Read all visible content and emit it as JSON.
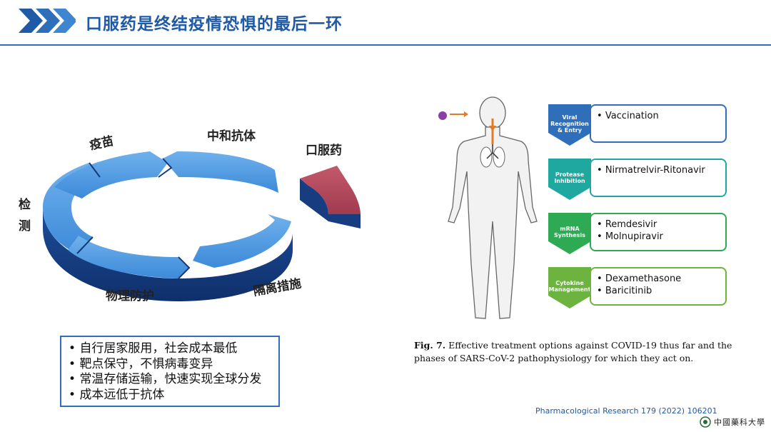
{
  "header": {
    "title": "口服药是终结疫情恐惧的最后一环"
  },
  "cycle": {
    "labels": {
      "vaccine": "疫苗",
      "antibody": "中和抗体",
      "oral": "口服药",
      "detect_1": "检",
      "detect_2": "测",
      "physical": "物理防护",
      "isolation": "隔离措施"
    }
  },
  "advantages": {
    "items": [
      "自行居家服用，社会成本最低",
      "靶点保守，不惧病毒变异",
      "常温存储运输，快速实现全球分发",
      "成本远低于抗体"
    ]
  },
  "figure": {
    "stages": [
      {
        "tag": "Viral Recognition & Entry",
        "items": [
          "Vaccination"
        ],
        "color": "#2f6fba"
      },
      {
        "tag": "Protease Inhibition",
        "items": [
          "Nirmatrelvir-Ritonavir"
        ],
        "color": "#1fa8a0"
      },
      {
        "tag": "mRNA Synthesis",
        "items": [
          "Remdesivir",
          "Molnupiravir"
        ],
        "color": "#2eaa55"
      },
      {
        "tag": "Cytokine Management",
        "items": [
          "Dexamethasone",
          "Baricitinib"
        ],
        "color": "#6db33f"
      }
    ],
    "caption_label": "Fig. 7.",
    "caption_text": "Effective treatment options against COVID-19 thus far and the phases of SARS-CoV-2 pathophysiology for which they act on."
  },
  "footer": {
    "citation": "Pharmacological Research 179 (2022) 106201",
    "logo_text": "中國藥科大學"
  }
}
